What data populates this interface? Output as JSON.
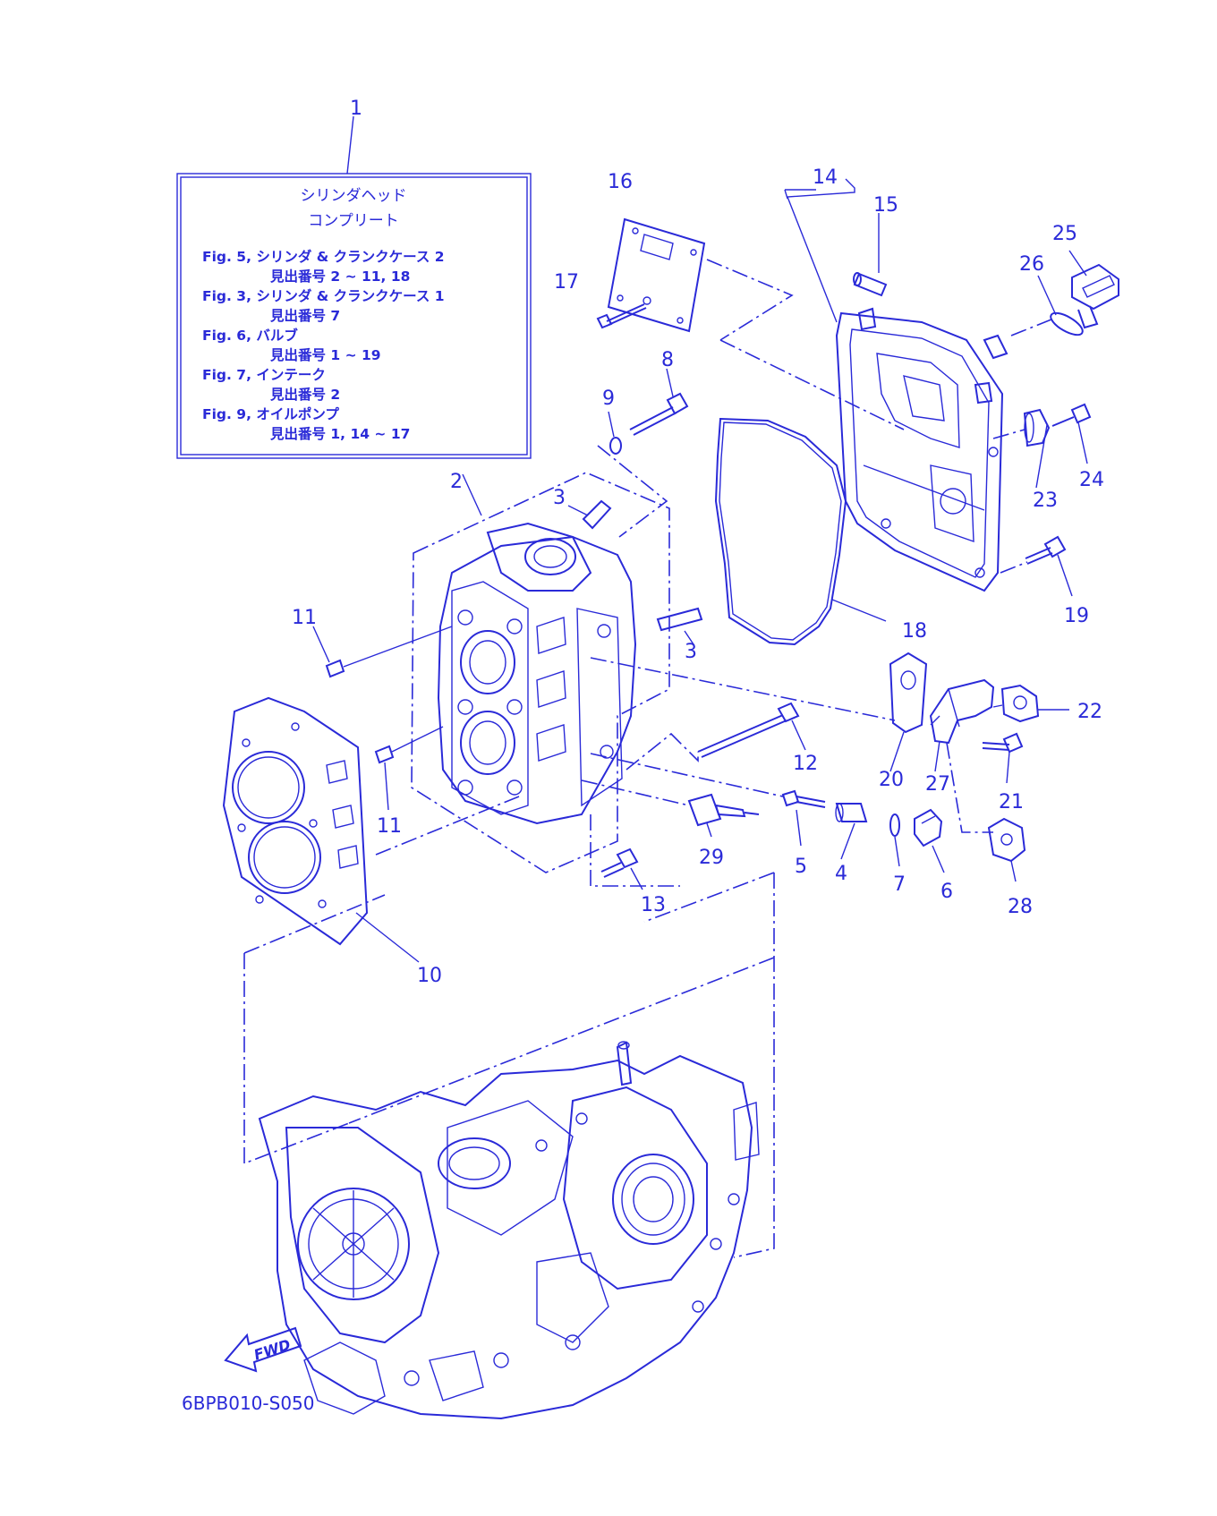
{
  "colors": {
    "ink": "#2a2ad8",
    "background": "#ffffff"
  },
  "note": {
    "title_line1": "シリンダヘッド",
    "title_line2": "コンプリート",
    "lines": [
      "Fig. 5, シリンダ & クランクケース 2",
      "見出番号 2 ~ 11, 18",
      "Fig. 3, シリンダ & クランクケース 1",
      "見出番号 7",
      "Fig. 6, バルブ",
      "見出番号 1 ~ 19",
      "Fig. 7, インテーク",
      "見出番号 2",
      "Fig. 9, オイルポンプ",
      "見出番号 1, 14 ~ 17"
    ]
  },
  "callouts": [
    "1",
    "2",
    "3",
    "3",
    "4",
    "5",
    "6",
    "7",
    "8",
    "9",
    "10",
    "11",
    "11",
    "12",
    "13",
    "14",
    "15",
    "16",
    "17",
    "18",
    "19",
    "20",
    "21",
    "22",
    "23",
    "24",
    "25",
    "26",
    "27",
    "28",
    "29"
  ],
  "fwd_label": "FWD",
  "drawing_code": "6BPB010-S050"
}
